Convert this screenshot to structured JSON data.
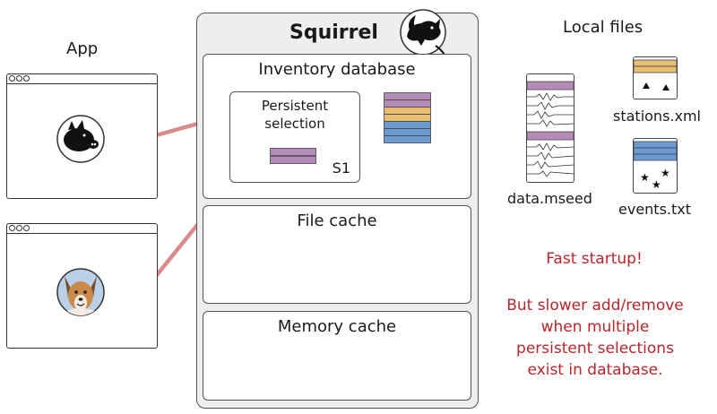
{
  "app": {
    "title": "App"
  },
  "squirrel": {
    "title": "Squirrel",
    "inventory_title": "Inventory database",
    "selection_title": "Persistent\nselection",
    "selection_id": "S1",
    "file_cache_title": "File cache",
    "memory_cache_title": "Memory cache"
  },
  "local_files": {
    "title": "Local files",
    "files": [
      "data.mseed",
      "stations.xml",
      "events.txt"
    ]
  },
  "notes": {
    "fast": "Fast startup!",
    "slow": "But slower add/remove\nwhen multiple\npersistent selections\nexist in database."
  },
  "colors": {
    "connector": "#d98b8b",
    "purple": "#b58cb8",
    "orange": "#e8be72",
    "blue": "#6a9bd1",
    "note_red": "#b8262c"
  }
}
